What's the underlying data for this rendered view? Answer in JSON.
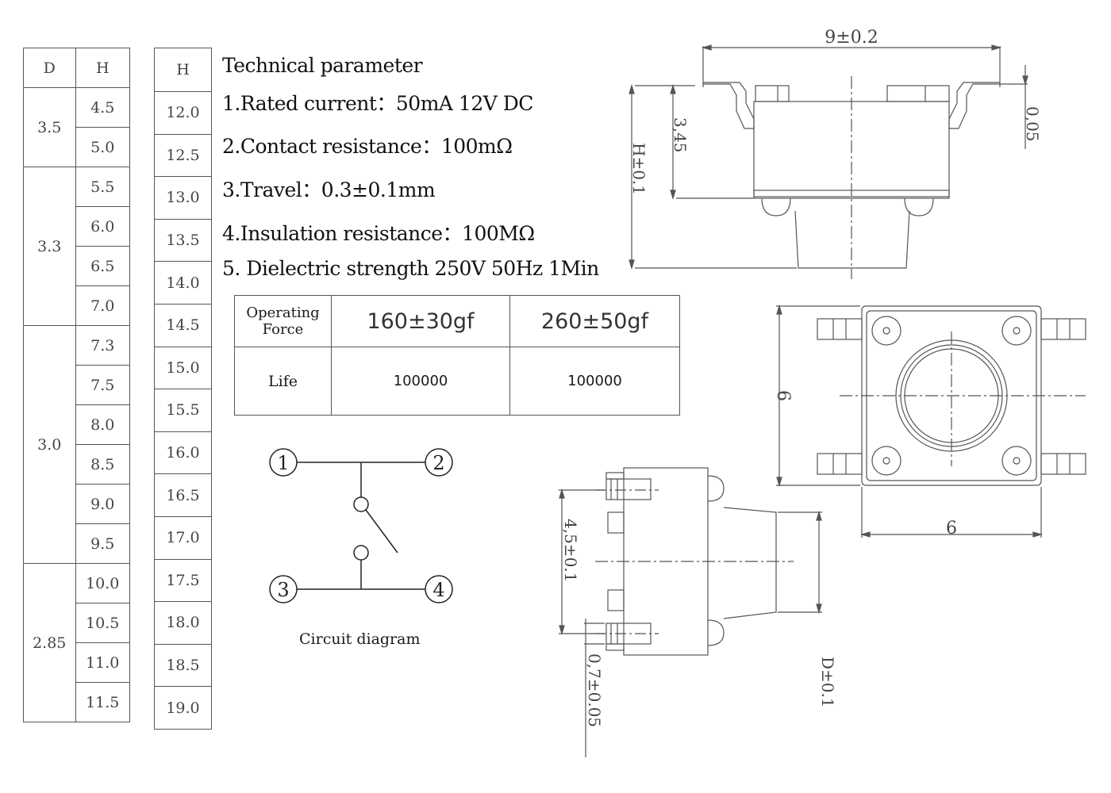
{
  "table_dh": {
    "headers": [
      "D",
      "H"
    ],
    "groups": [
      {
        "d": "3.5",
        "h": [
          "4.5",
          "5.0"
        ]
      },
      {
        "d": "3.3",
        "h": [
          "5.5",
          "6.0",
          "6.5",
          "7.0"
        ]
      },
      {
        "d": "3.0",
        "h": [
          "7.3",
          "7.5",
          "8.0",
          "8.5",
          "9.0",
          "9.5"
        ]
      },
      {
        "d": "2.85",
        "h": [
          "10.0",
          "10.5",
          "11.0",
          "11.5"
        ]
      }
    ]
  },
  "table_h": {
    "header": "H",
    "values": [
      "12.0",
      "12.5",
      "13.0",
      "13.5",
      "14.0",
      "14.5",
      "15.0",
      "15.5",
      "16.0",
      "16.5",
      "17.0",
      "17.5",
      "18.0",
      "18.5",
      "19.0"
    ]
  },
  "tech": {
    "title": "Technical parameter",
    "items": [
      "1.Rated current：50mA 12V DC",
      "2.Contact resistance：100mΩ",
      "3.Travel：0.3±0.1mm",
      "4.Insulation resistance：100MΩ",
      "5. Dielectric strength 250V 50Hz 1Min"
    ]
  },
  "force_table": {
    "row1_label_line1": "Operating",
    "row1_label_line2": "Force",
    "force_a": "160±30gf",
    "force_b": "260±50gf",
    "row2_label": "Life",
    "life_a": "100000",
    "life_b": "100000"
  },
  "circuit": {
    "caption": "Circuit diagram",
    "pins": [
      "1",
      "2",
      "3",
      "4"
    ]
  },
  "dims": {
    "width_top": "9±0.2",
    "height_body": "3,45",
    "height_total": "H±0.1",
    "lead_offset": "0,05",
    "body_side": "6",
    "body_bottom": "6",
    "pitch": "4,5±0.1",
    "lead_width": "0,7±0.05",
    "d_tol": "D±0.1"
  }
}
